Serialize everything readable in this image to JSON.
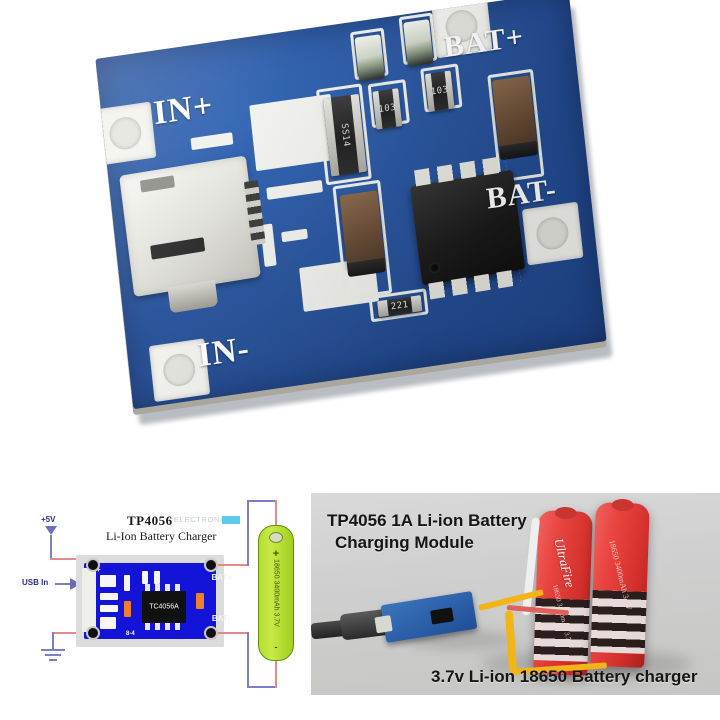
{
  "page": {
    "title": "TP4056 1A Li-ion Battery Charging Module product image"
  },
  "pcb_photo": {
    "name": "tp4056-module-top-view",
    "silkscreen": {
      "in_plus": "IN+",
      "in_minus": "IN-",
      "bat_plus": "BAT+",
      "bat_minus": "BAT-"
    },
    "components": {
      "resistor_221": "221",
      "resistor_103_a": "103",
      "resistor_103_b": "103",
      "diode_marking": "SS14"
    },
    "colors": {
      "solder_mask": "#27539c",
      "silkscreen": "#ffffff",
      "pad": "#f2f2ee",
      "ic_body": "#1b1b1b"
    }
  },
  "schematic": {
    "name": "tp4056-wiring-diagram",
    "title_line1": "TP4056",
    "title_line2": "Li-Ion Battery Charger",
    "watermark": "ELECTRONICS",
    "supply_label": "+5V",
    "usb_label": "USB In",
    "board_pins": {
      "in_plus": "IN+",
      "in_minus": "IN-",
      "bat_plus": "BAT+",
      "bat_minus": "BAT-"
    },
    "ic_label": "TC4056A",
    "ic_sub_label": "8-4",
    "battery": {
      "label": "18650 3400mAh 3.7V",
      "positive": "+",
      "negative": "-"
    },
    "colors": {
      "wire": "#7b7fc4",
      "wire_red": "#e08a8a",
      "board": "#1414d8",
      "battery": "#b4dd2e",
      "watermark_box": "#5ec8ef"
    }
  },
  "product_photo": {
    "name": "tp4056-with-18650-cells",
    "caption_line1": "TP4056 1A Li-ion Battery",
    "caption_line2": "Charging Module",
    "caption_bottom": "3.7v Li-ion 18650 Battery charger",
    "cell_brand": "UltraFire",
    "cell_label": "18650 3400mAh 3.7V",
    "colors": {
      "background": "#d2d2d2",
      "cell": "#e8433f",
      "module": "#1f4f96",
      "caption": "#151515"
    }
  }
}
